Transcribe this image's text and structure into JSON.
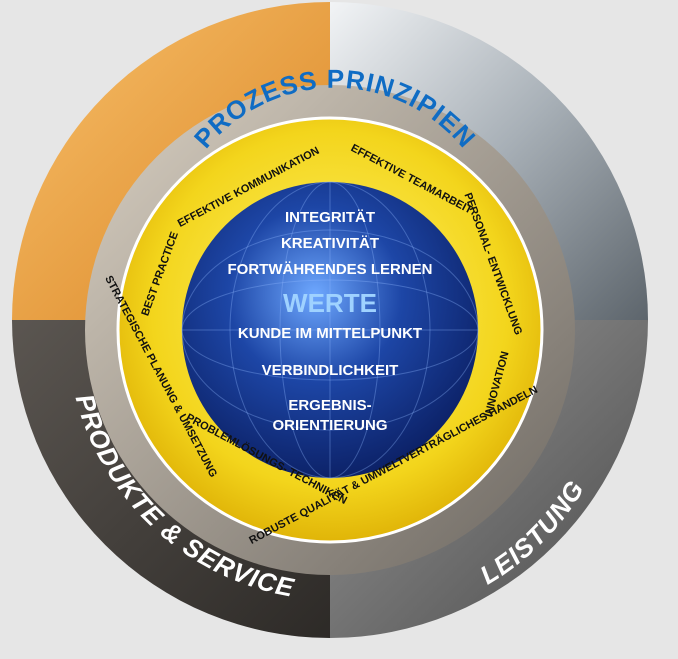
{
  "diagram": {
    "outer_ring_labels": {
      "products": "PRODUKTE & SERVICE",
      "performance": "LEISTUNG"
    },
    "middle_ring_title": "PROZESS PRINZIPIEN",
    "principles": {
      "communication": "EFFEKTIVE KOMMUNIKATION",
      "teamwork": "EFFEKTIVE TEAMARBEIT",
      "best_practice": "BEST PRACTICE",
      "personal_dev": "PERSONAL- ENTWICKLUNG",
      "strategic_planning": "STRATEGISCHE PLANUNG & UMSETZUNG",
      "innovation": "INNOVATION",
      "problem_solving": "PROBLEMLÖSUNGS- TECHNIKEN",
      "quality_env": "ROBUSTE QUALITÄT & UMWELTVERTRÄGLICHES HANDELN"
    },
    "core_values": {
      "title": "WERTE",
      "integrity": "INTEGRITÄT",
      "creativity": "KREATIVITÄT",
      "learning": "FORTWÄHRENDES LERNEN",
      "customer": "KUNDE IM MITTELPUNKT",
      "commitment": "VERBINDLICHKEIT",
      "results_1": "ERGEBNIS-",
      "results_2": "ORIENTIERUNG"
    }
  },
  "colors": {
    "gear_orange": "#f2a340",
    "gear_silver": "#9aa3aa",
    "gear_dark": "#4a4540",
    "gear_grey": "#6c6c6c",
    "ring_yellow": "#f3d51c",
    "title_blue": "#0f6cc4",
    "globe_blue": "#1d46a6"
  }
}
